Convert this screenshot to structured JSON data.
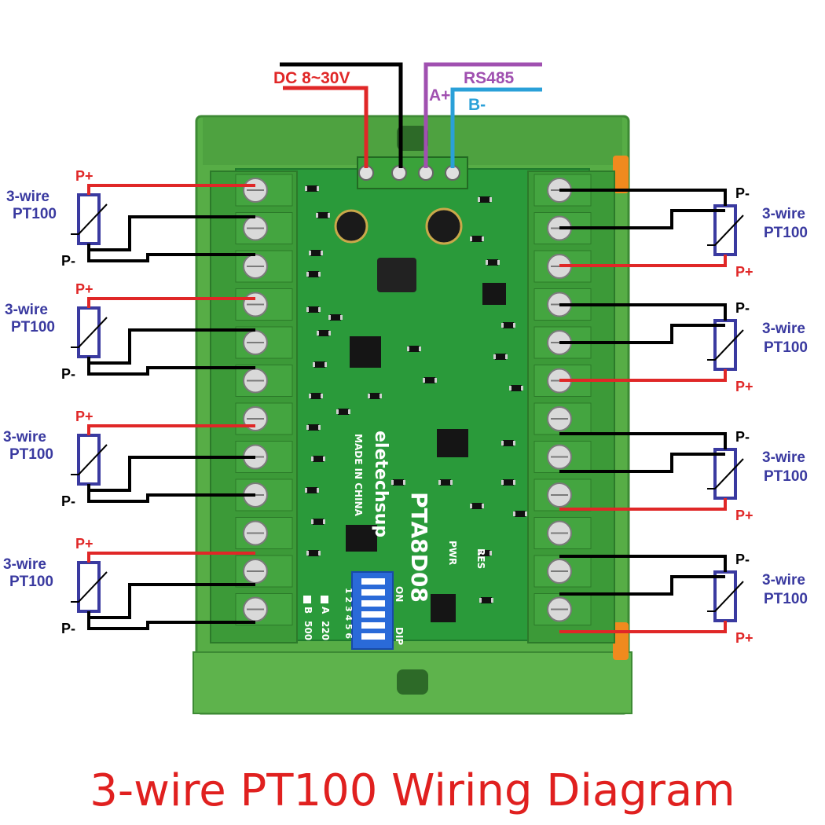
{
  "title": "3-wire PT100 Wiring Diagram",
  "power": {
    "label": "DC 8~30V"
  },
  "rs485": {
    "label": "RS485",
    "a_label": "A+",
    "b_label": "B-"
  },
  "sensor": {
    "line1": "3-wire",
    "line2": "PT100",
    "p_plus": "P+",
    "p_minus": "P-"
  },
  "board": {
    "brand": "eletechsup",
    "model": "PTA8D08",
    "origin": "MADE IN CHINA",
    "dip_on": "ON",
    "dip_label": "DIP",
    "dip_numbers": "1 2 3 4 5 6",
    "pwr": "PWR",
    "res": "RES",
    "baud_a": "A",
    "baud_a_val": "220",
    "baud_b": "B",
    "baud_b_val": "500"
  },
  "colors": {
    "board": "#2a9a3a",
    "housing": "#5cb04a",
    "red_wire": "#e02727",
    "black_wire": "#000000",
    "purple_wire": "#a050b0",
    "blue_wire": "#2aa0d8",
    "sensor_blue": "#3a3aa0",
    "title_red": "#e0201f"
  }
}
